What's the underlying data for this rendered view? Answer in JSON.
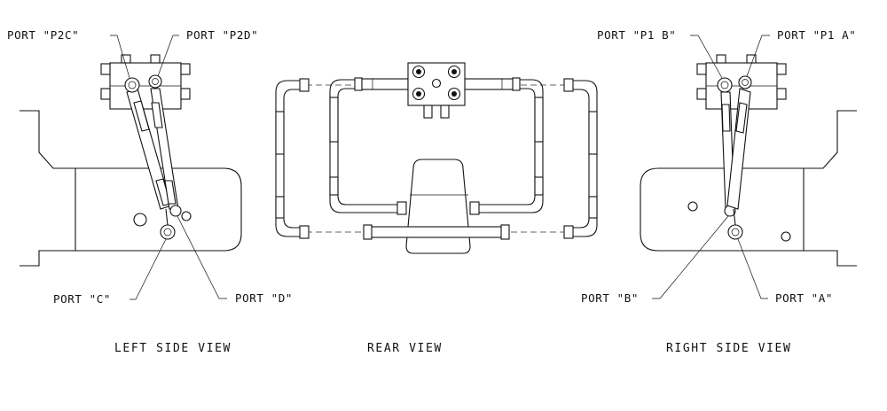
{
  "labels": {
    "port_p2c": "PORT \"P2C\"",
    "port_p2d": "PORT \"P2D\"",
    "port_p1b": "PORT \"P1 B\"",
    "port_p1a": "PORT \"P1 A\"",
    "port_c": "PORT \"C\"",
    "port_d": "PORT \"D\"",
    "port_b": "PORT \"B\"",
    "port_a": "PORT \"A\""
  },
  "views": {
    "left": "LEFT SIDE VIEW",
    "rear": "REAR VIEW",
    "right": "RIGHT SIDE VIEW"
  },
  "colors": {
    "line": "#111111",
    "background": "#ffffff"
  }
}
